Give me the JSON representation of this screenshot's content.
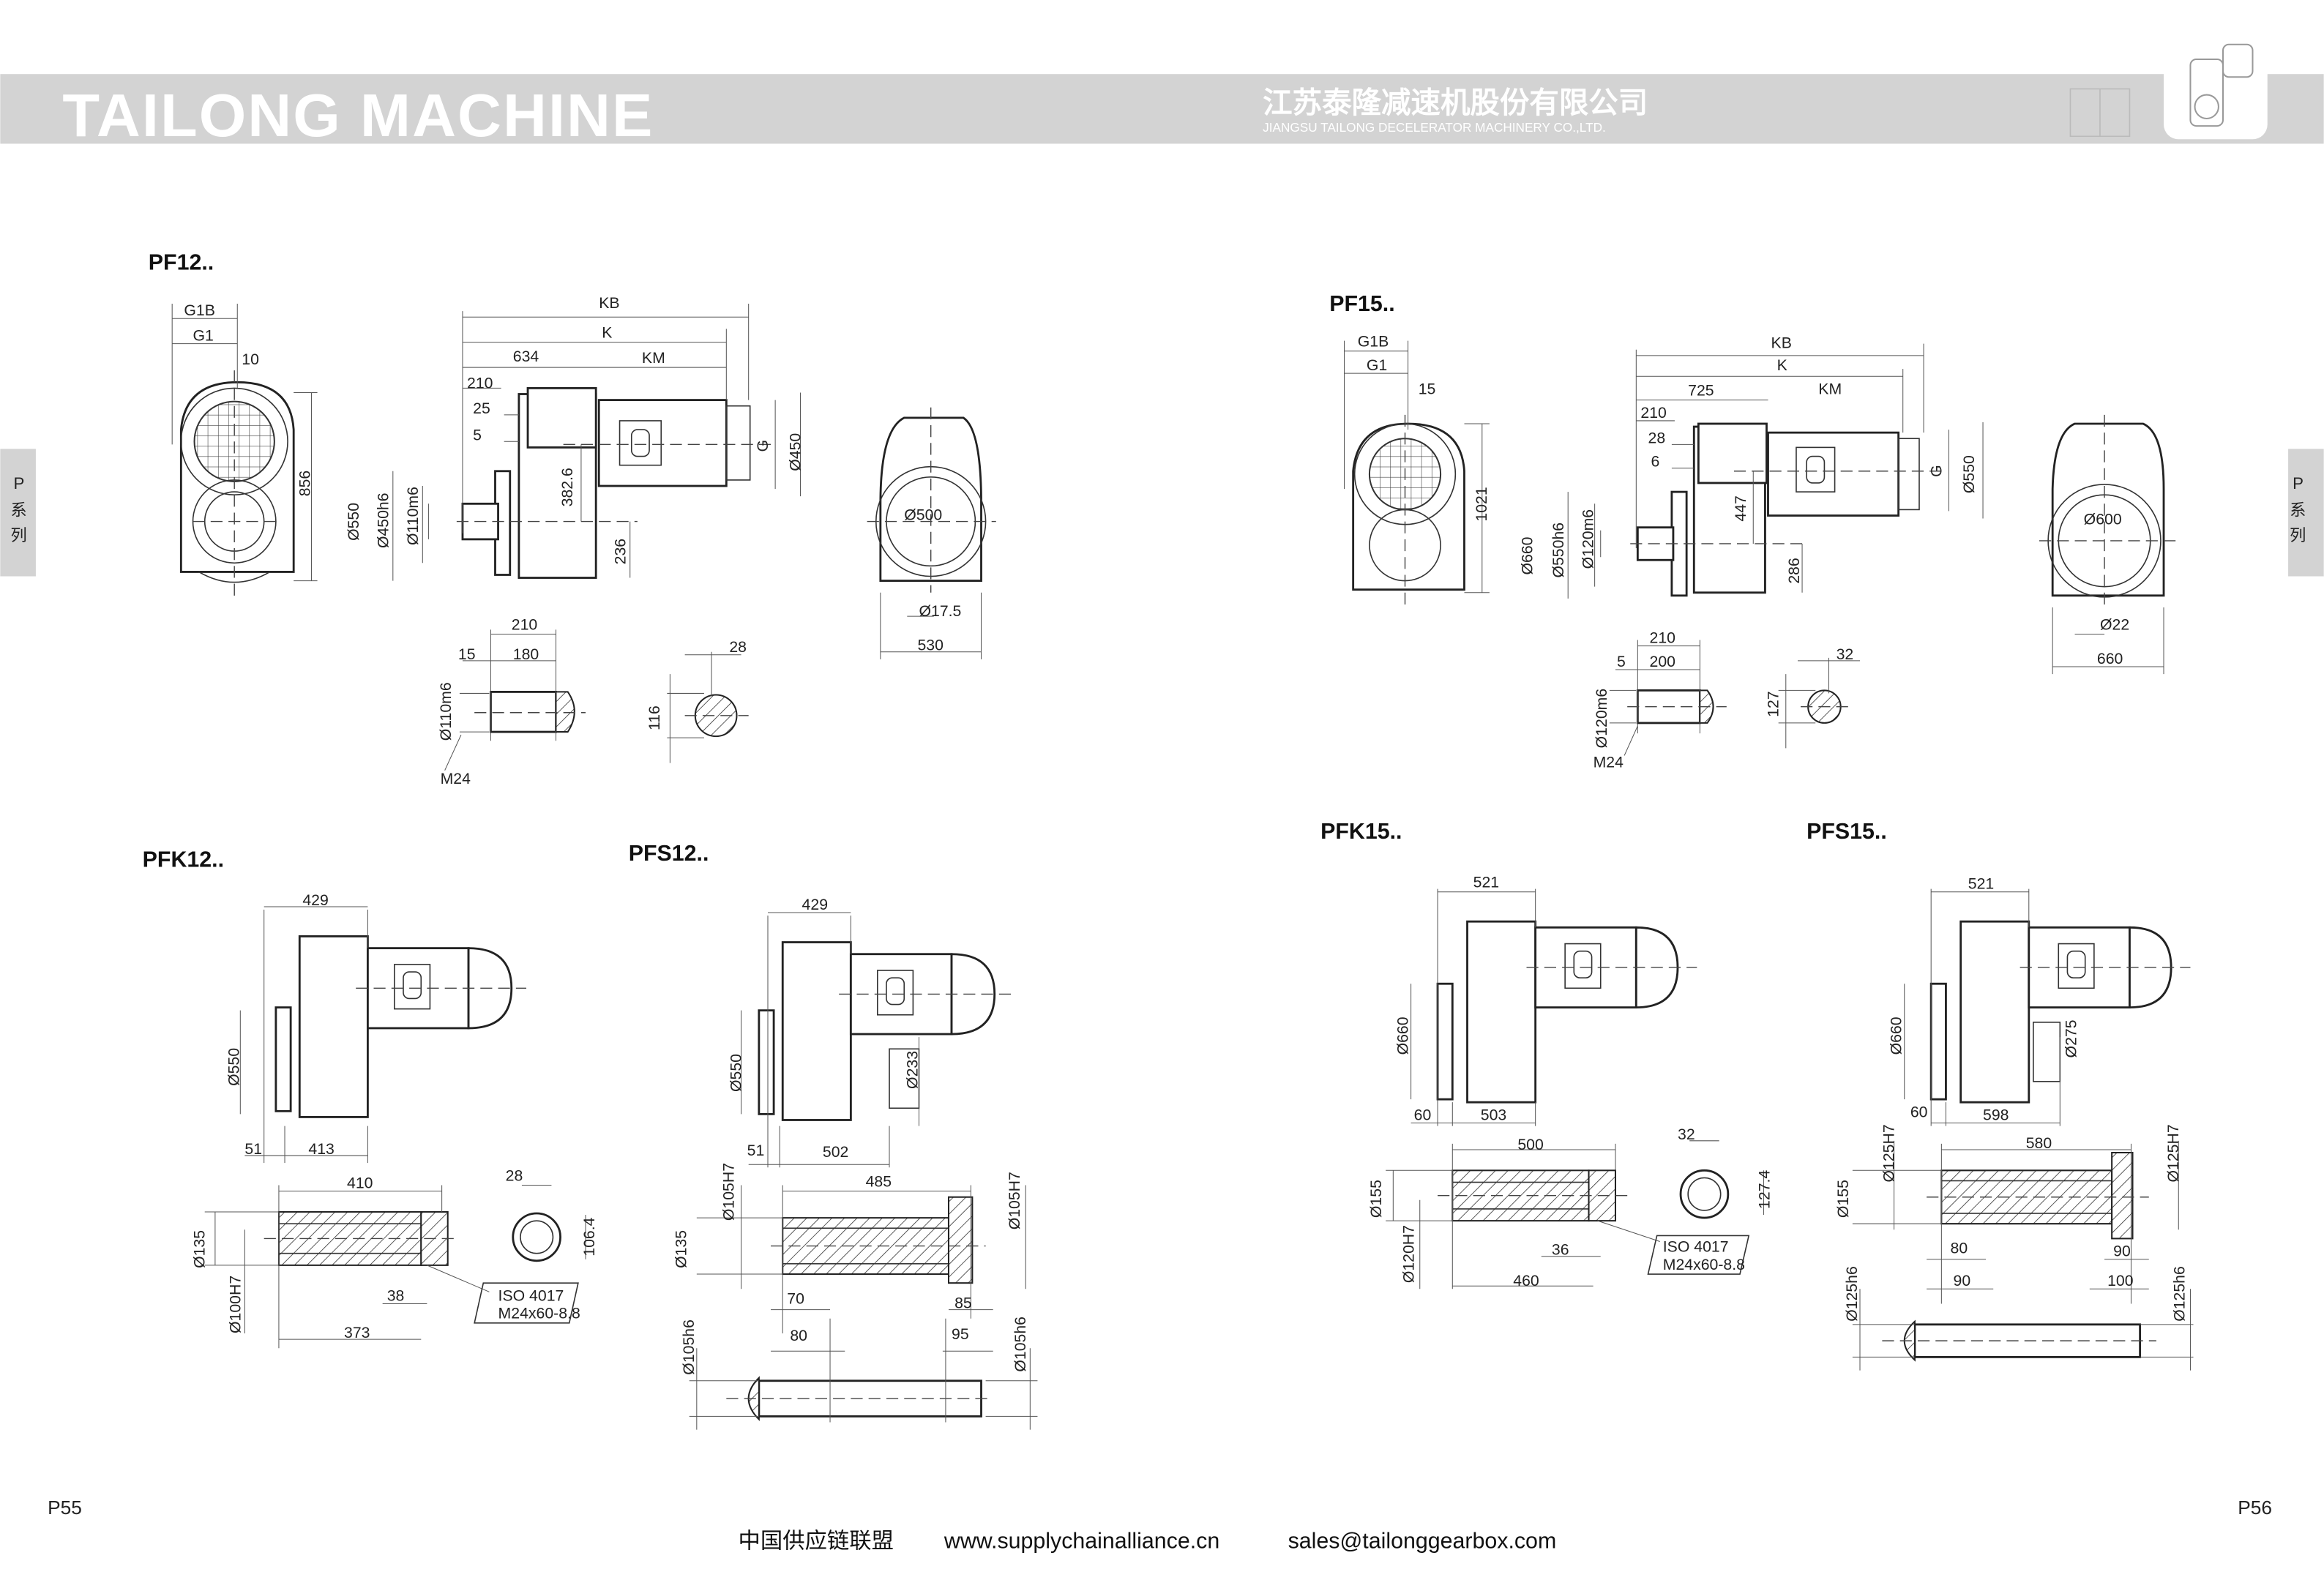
{
  "header": {
    "brand": "TAILONG MACHINE",
    "company_cn": "江苏泰隆减速机股份有限公司",
    "company_en": "JIANGSU TAILONG DECELERATOR MACHINERY CO.,LTD.",
    "band_color": "#d3d3d3"
  },
  "side_tabs": {
    "left": [
      "P",
      "系",
      "列"
    ],
    "right": [
      "P",
      "系",
      "列"
    ]
  },
  "sections": {
    "pf12": {
      "title": "PF12..",
      "labels": [
        "G1B",
        "G1",
        "10",
        "856",
        "KB",
        "K",
        "634",
        "KM",
        "210",
        "25",
        "5",
        "G",
        "Ø450",
        "Ø550",
        "Ø450h6",
        "Ø110m6",
        "382.6",
        "236",
        "210",
        "15",
        "180",
        "Ø110m6",
        "M24",
        "116",
        "28",
        "Ø500",
        "Ø17.5",
        "530"
      ]
    },
    "pf15": {
      "title": "PF15..",
      "labels": [
        "G1B",
        "G1",
        "15",
        "1021",
        "KB",
        "K",
        "725",
        "KM",
        "210",
        "28",
        "6",
        "G",
        "Ø550",
        "Ø660",
        "Ø550h6",
        "Ø120m6",
        "447",
        "286",
        "210",
        "5",
        "200",
        "Ø120m6",
        "M24",
        "127",
        "32",
        "Ø600",
        "Ø22",
        "660"
      ]
    },
    "pfk12": {
      "title": "PFK12..",
      "labels": [
        "429",
        "Ø550",
        "51",
        "413",
        "410",
        "28",
        "Ø135",
        "106.4",
        "Ø100H7",
        "38",
        "373",
        "ISO 4017",
        "M24x60-8.8"
      ]
    },
    "pfs12": {
      "title": "PFS12..",
      "labels": [
        "429",
        "Ø550",
        "Ø233",
        "51",
        "502",
        "Ø105H7",
        "485",
        "Ø105H7",
        "Ø135",
        "70",
        "85",
        "80",
        "95",
        "Ø105h6",
        "Ø105h6"
      ]
    },
    "pfk15": {
      "title": "PFK15..",
      "labels": [
        "521",
        "Ø660",
        "60",
        "503",
        "500",
        "32",
        "Ø155",
        "127.4",
        "Ø120H7",
        "36",
        "460",
        "ISO 4017",
        "M24x60-8.8"
      ]
    },
    "pfs15": {
      "title": "PFS15..",
      "labels": [
        "521",
        "Ø660",
        "Ø275",
        "60",
        "598",
        "Ø125H7",
        "580",
        "Ø125H7",
        "Ø155",
        "80",
        "90",
        "90",
        "100",
        "Ø125h6",
        "Ø125h6"
      ]
    }
  },
  "footer": {
    "page_left": "P55",
    "page_right": "P56",
    "alliance": "中国供应链联盟",
    "website": "www.supplychainalliance.cn",
    "email": "sales@tailonggearbox.com"
  }
}
